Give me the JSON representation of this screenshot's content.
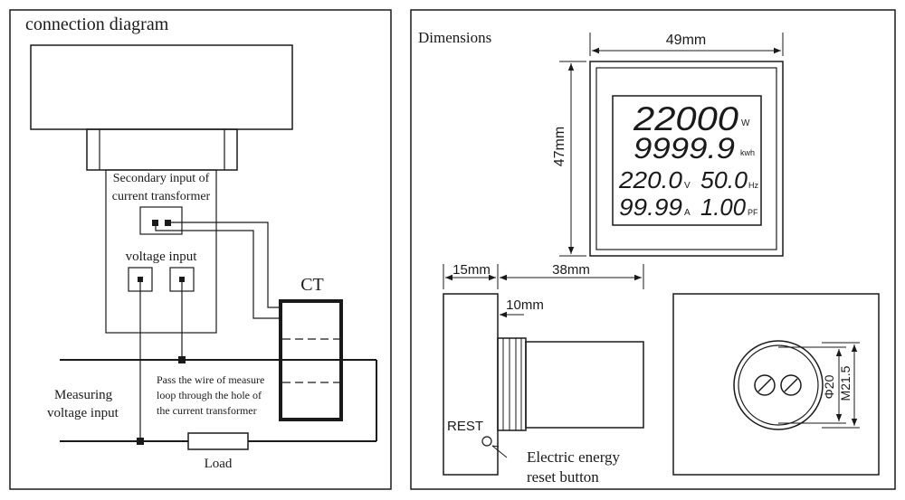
{
  "connection": {
    "title": "connection diagram",
    "secondary_input_line1": "Secondary input of",
    "secondary_input_line2": "current transformer",
    "voltage_input": "voltage input",
    "ct_label": "CT",
    "pass_wire_line1": "Pass the wire of measure",
    "pass_wire_line2": "loop through the hole of",
    "pass_wire_line3": "the current transformer",
    "measuring_line1": "Measuring",
    "measuring_line2": "voltage input",
    "load_label": "Load"
  },
  "dimensions": {
    "title": "Dimensions",
    "width_label": "49mm",
    "height_label": "47mm",
    "side_front_label": "15mm",
    "side_body_label": "38mm",
    "side_thread_label": "10mm",
    "rest_label": "REST",
    "reset_line1": "Electric energy",
    "reset_line2": "reset button",
    "diameter_label": "Φ20",
    "thread_label": "M21.5"
  },
  "display": {
    "power_value": "22000",
    "power_unit": "W",
    "energy_value": "9999.9",
    "energy_unit": "kwh",
    "voltage_value": "220.0",
    "voltage_unit": "V",
    "frequency_value": "50.0",
    "frequency_unit": "Hz",
    "current_value": "99.99",
    "current_unit": "A",
    "pf_value": "1.00",
    "pf_unit": "PF"
  }
}
